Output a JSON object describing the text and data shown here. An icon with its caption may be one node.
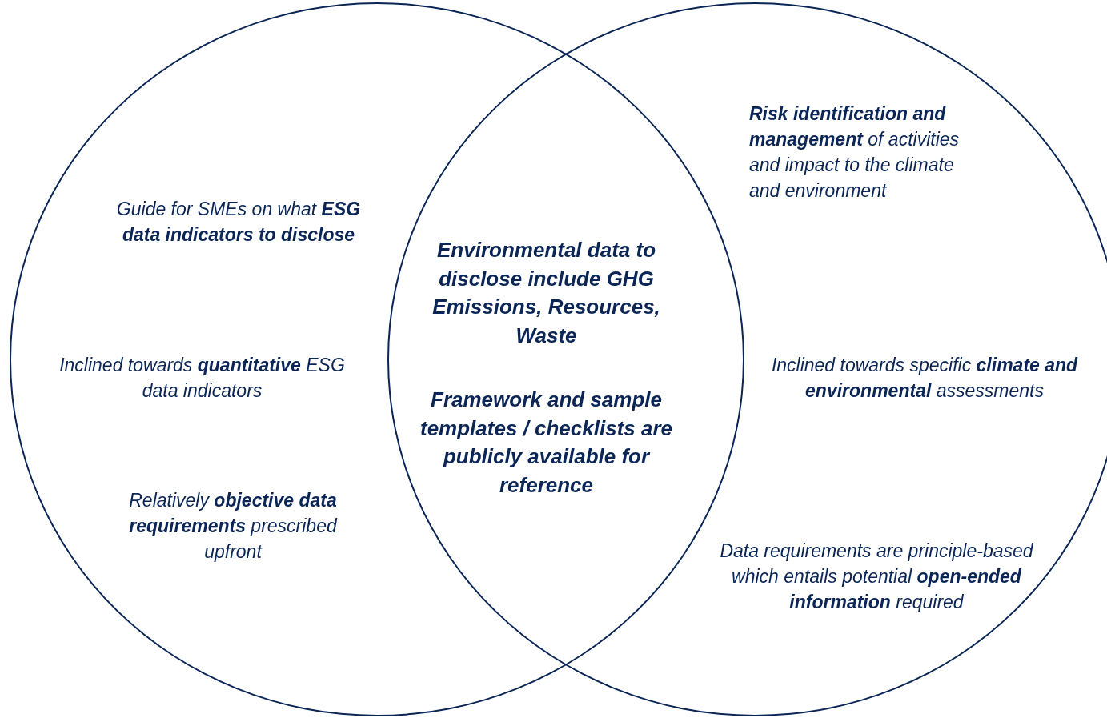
{
  "diagram": {
    "nodes": [
      {
        "text": [
          "Guide for SMEs on what **ESG data indicators to disclose**",
          "Inclined towards **quantitative** ESG data indicators",
          "Relatively **objective data requirements** prescribed upfront"
        ]
      },
      {
        "text": [
          "**Risk identification and management** of activities and impact to the climate and environment",
          "Inclined towards specific **climate and environmental** assessments",
          "Data requirements are principle-based which entails potential **open-ended information** required"
        ]
      }
    ],
    "labels": [
      "Environmental data to disclose include GHG Emissions, Resources, Waste",
      "Framework and sample templates / checklists are publicly available for reference"
    ]
  }
}
